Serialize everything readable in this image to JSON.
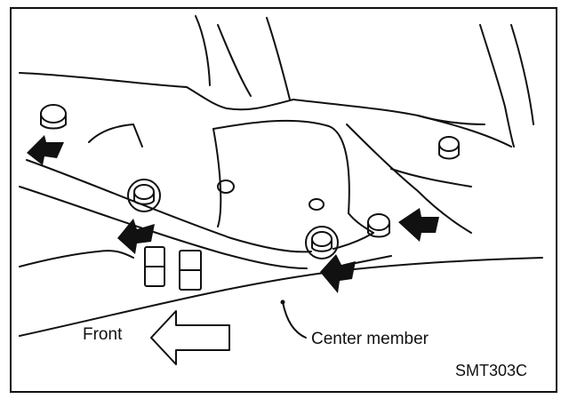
{
  "labels": {
    "front": "Front",
    "center_member": "Center member",
    "figure_code": "SMT303C"
  },
  "colors": {
    "line": "#111111",
    "background": "#ffffff"
  }
}
